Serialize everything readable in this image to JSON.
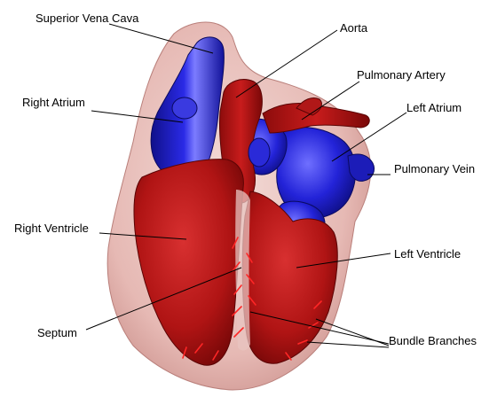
{
  "labels": {
    "superior_vena_cava": "Superior Vena Cava",
    "aorta": "Aorta",
    "pulmonary_artery": "Pulmonary Artery",
    "right_atrium": "Right Atrium",
    "left_atrium": "Left Atrium",
    "pulmonary_vein": "Pulmonary Vein",
    "right_ventricle": "Right Ventricle",
    "left_ventricle": "Left Ventricle",
    "septum": "Septum",
    "bundle_branches": "Bundle Branches"
  },
  "colors": {
    "outer_tissue": "#e8c4c0",
    "oxygenated": "#c41a1a",
    "deoxygenated": "#1a1acc",
    "leader_line": "#000000",
    "bundle_branch": "#ff2020"
  }
}
